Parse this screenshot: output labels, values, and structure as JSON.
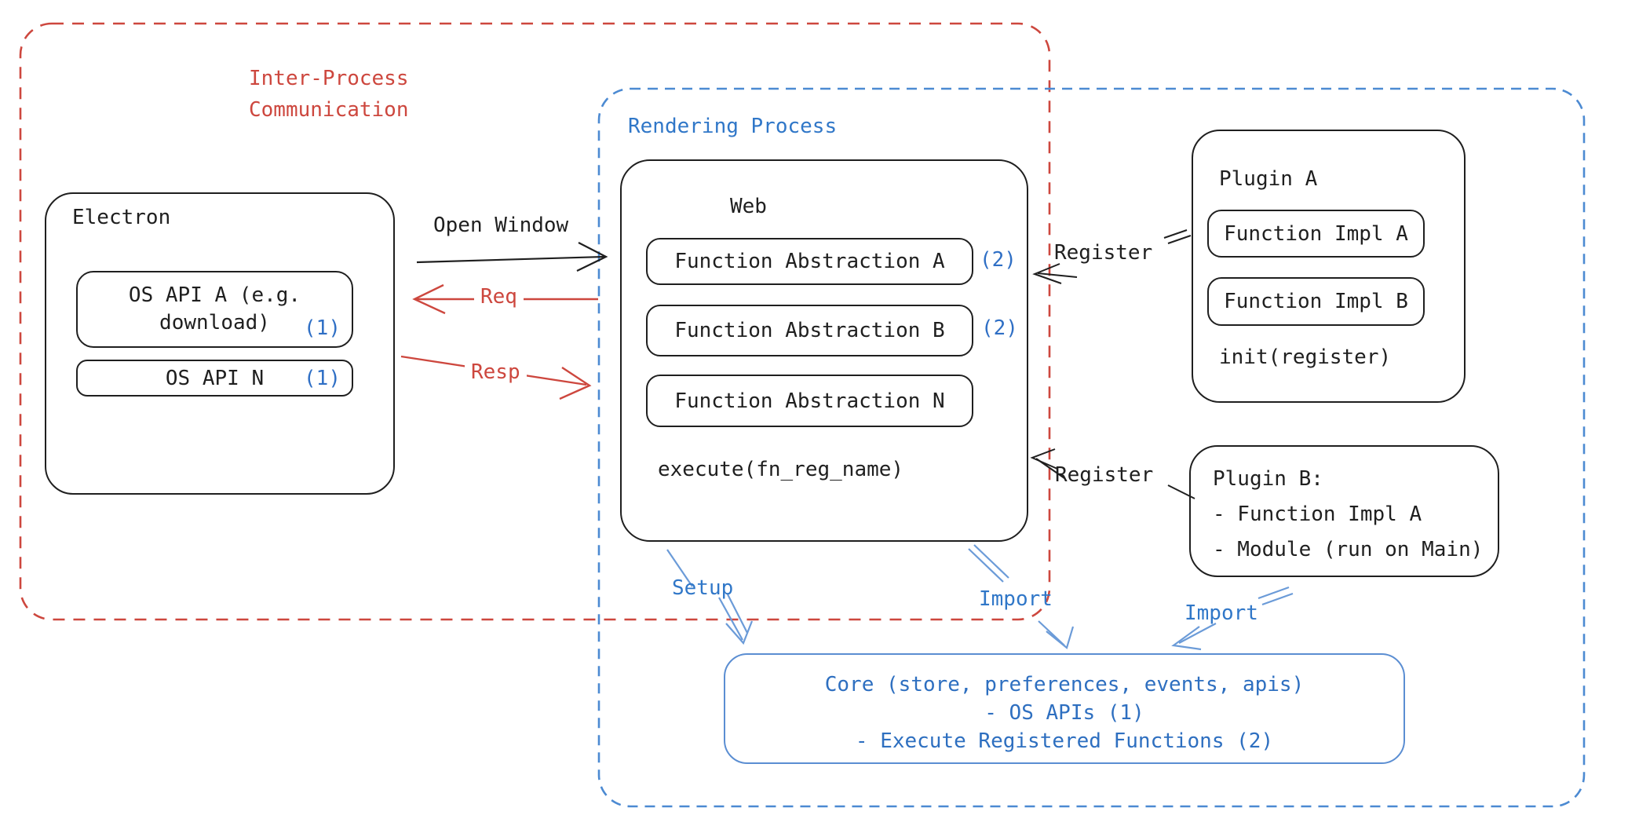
{
  "ipc": {
    "label": "Inter-Process\nCommunication",
    "color": "#cd473e"
  },
  "rendering": {
    "label": "Rendering Process",
    "color": "#3077c8"
  },
  "electron": {
    "title": "Electron",
    "items": [
      {
        "label": "OS API A (e.g. download)",
        "badge": "(1)"
      },
      {
        "label": "OS API N",
        "badge": "(1)"
      }
    ]
  },
  "web": {
    "title": "Web",
    "items": [
      {
        "label": "Function Abstraction A",
        "badge": "(2)"
      },
      {
        "label": "Function Abstraction B",
        "badge": "(2)"
      },
      {
        "label": "Function Abstraction N",
        "badge": ""
      }
    ],
    "footer": "execute(fn_reg_name)"
  },
  "plugin_a": {
    "title": "Plugin A",
    "items": [
      "Function Impl A",
      "Function Impl B"
    ],
    "footer": "init(register)"
  },
  "plugin_b": {
    "title": "Plugin B:",
    "lines": [
      "- Function Impl A",
      "- Module (run on Main)"
    ]
  },
  "core": {
    "lines": [
      "Core (store, preferences, events, apis)",
      "- OS APIs (1)",
      "- Execute Registered Functions (2)"
    ]
  },
  "arrows": {
    "open_window": "Open Window",
    "req": "Req",
    "resp": "Resp",
    "register_a": "Register",
    "register_b": "Register",
    "setup": "Setup",
    "import_web": "Import",
    "import_plugin": "Import"
  }
}
